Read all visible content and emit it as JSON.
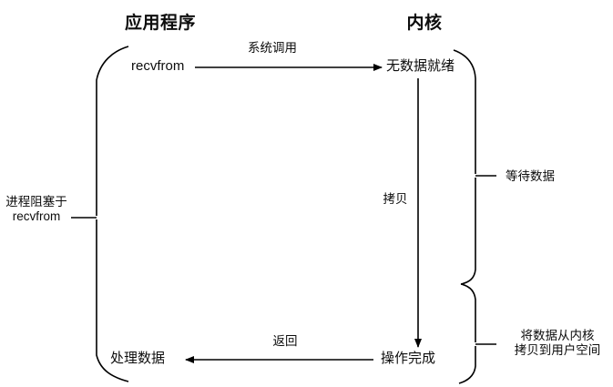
{
  "diagram": {
    "title_app": "应用程序",
    "title_kernel": "内核",
    "nodes": {
      "app_call": "recvfrom",
      "kernel_nodata": "无数据就绪",
      "kernel_done": "操作完成",
      "app_process": "处理数据"
    },
    "edges": {
      "syscall": "系统调用",
      "copy": "拷贝",
      "return": "返回"
    },
    "annotations": {
      "left_brace_line1": "进程阻塞于",
      "left_brace_line2": "recvfrom",
      "right_brace_wait": "等待数据",
      "right_brace_copy_line1": "将数据从内核",
      "right_brace_copy_line2": "拷贝到用户空间"
    },
    "colors": {
      "stroke": "#000000",
      "text": "#0d0d0d",
      "background": "#ffffff"
    }
  }
}
